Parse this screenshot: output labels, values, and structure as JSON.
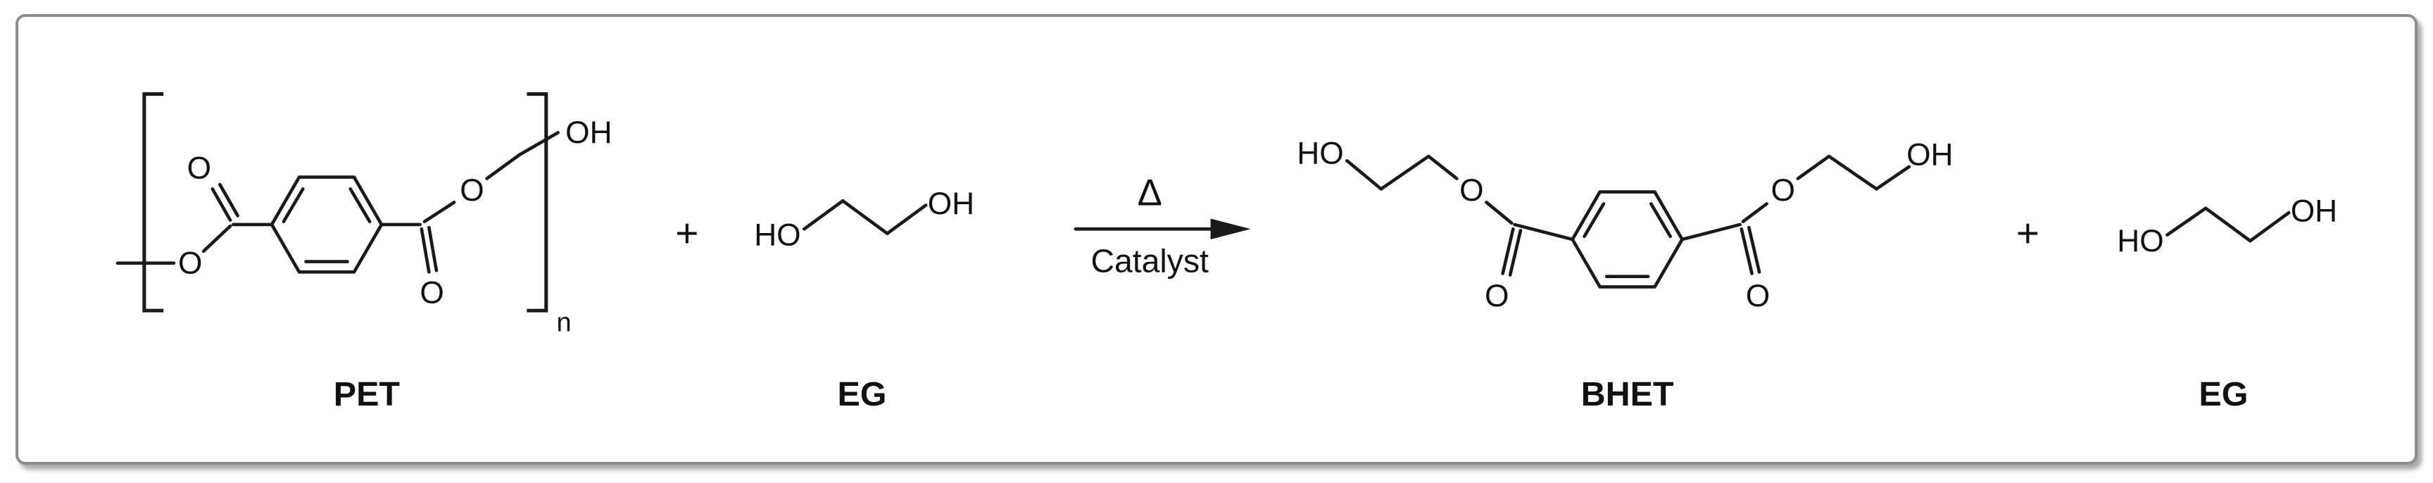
{
  "labels": {
    "pet": "PET",
    "eg_reactant": "EG",
    "bhet": "BHET",
    "eg_product": "EG"
  },
  "arrow": {
    "above": "Δ",
    "below": "Catalyst"
  },
  "operators": {
    "plus": "+"
  },
  "atoms": {
    "O": "O",
    "OH": "OH",
    "HO": "HO"
  },
  "subscripts": {
    "n": "n"
  },
  "colors": {
    "line": "#1a1a1a",
    "border": "#8d8d8d",
    "background": "#ffffff"
  }
}
